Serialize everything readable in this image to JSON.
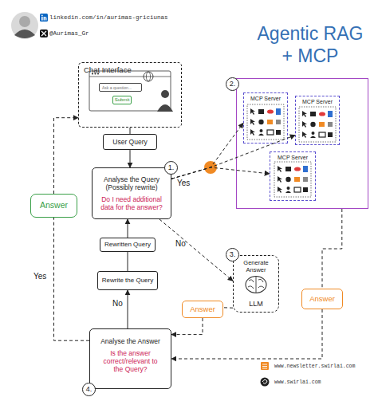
{
  "diagram": {
    "title": "Agentic RAG + MCP",
    "nodes": [
      {
        "text": [
          "Chat Interface"
        ]
      },
      {
        "text": [
          "Ask a question..."
        ],
        "in": 0
      },
      {
        "text": [
          "Submit"
        ],
        "in": 0
      },
      {
        "text": [
          "User Query"
        ]
      },
      {
        "text": [
          "1.",
          "Analyse the Query (Possibly rewrite)",
          "Do I need additional data for the answer?"
        ]
      },
      {
        "text": [
          "2."
        ]
      },
      {
        "text": [
          "MCP Server"
        ],
        "in": 5
      },
      {
        "text": [
          "MCP Server"
        ],
        "in": 5
      },
      {
        "text": [
          "MCP Server"
        ],
        "in": 5
      },
      {
        "text": [
          "Answer"
        ]
      },
      {
        "text": [
          "Rewritten Query"
        ]
      },
      {
        "text": [
          "3.",
          "Generate Answer",
          "LLM"
        ]
      },
      {
        "text": [
          "Rewrite the Query"
        ]
      },
      {
        "text": [
          "Answer"
        ]
      },
      {
        "text": [
          "Answer"
        ]
      },
      {
        "text": [
          "4.",
          "Analyse the Answer",
          "Is the answer correct/relevant to the Query?"
        ]
      }
    ],
    "edges": [
      {
        "from": 0,
        "to": 3,
        "arrow": "none"
      },
      {
        "from": 3,
        "to": 4,
        "arrow": "to"
      },
      {
        "from": 4,
        "to": 6,
        "label": "Yes",
        "arrow": "to"
      },
      {
        "from": 4,
        "to": 7,
        "arrow": "to"
      },
      {
        "from": 4,
        "to": 8,
        "arrow": "to"
      },
      {
        "from": 10,
        "to": 4,
        "arrow": "to"
      },
      {
        "from": 12,
        "to": 10,
        "arrow": "none"
      },
      {
        "from": 4,
        "to": 11,
        "label": "No",
        "arrow": "to"
      },
      {
        "from": 15,
        "to": 12,
        "label": "No",
        "arrow": "to"
      },
      {
        "from": 11,
        "to": 14,
        "arrow": "none"
      },
      {
        "from": 14,
        "to": 15,
        "arrow": "to"
      },
      {
        "from": 5,
        "to": 13,
        "arrow": "none"
      },
      {
        "from": 13,
        "to": 15,
        "arrow": "to"
      },
      {
        "from": 15,
        "to": 9,
        "label": "Yes",
        "arrow": "none"
      },
      {
        "from": 9,
        "to": 0,
        "arrow": "to"
      }
    ],
    "labels": [
      "linkedin.com/in/aurimas-griciunas",
      "@Aurimas_Gr",
      "www.newsletter.swirlai.com",
      "www.swirlai.com"
    ]
  }
}
